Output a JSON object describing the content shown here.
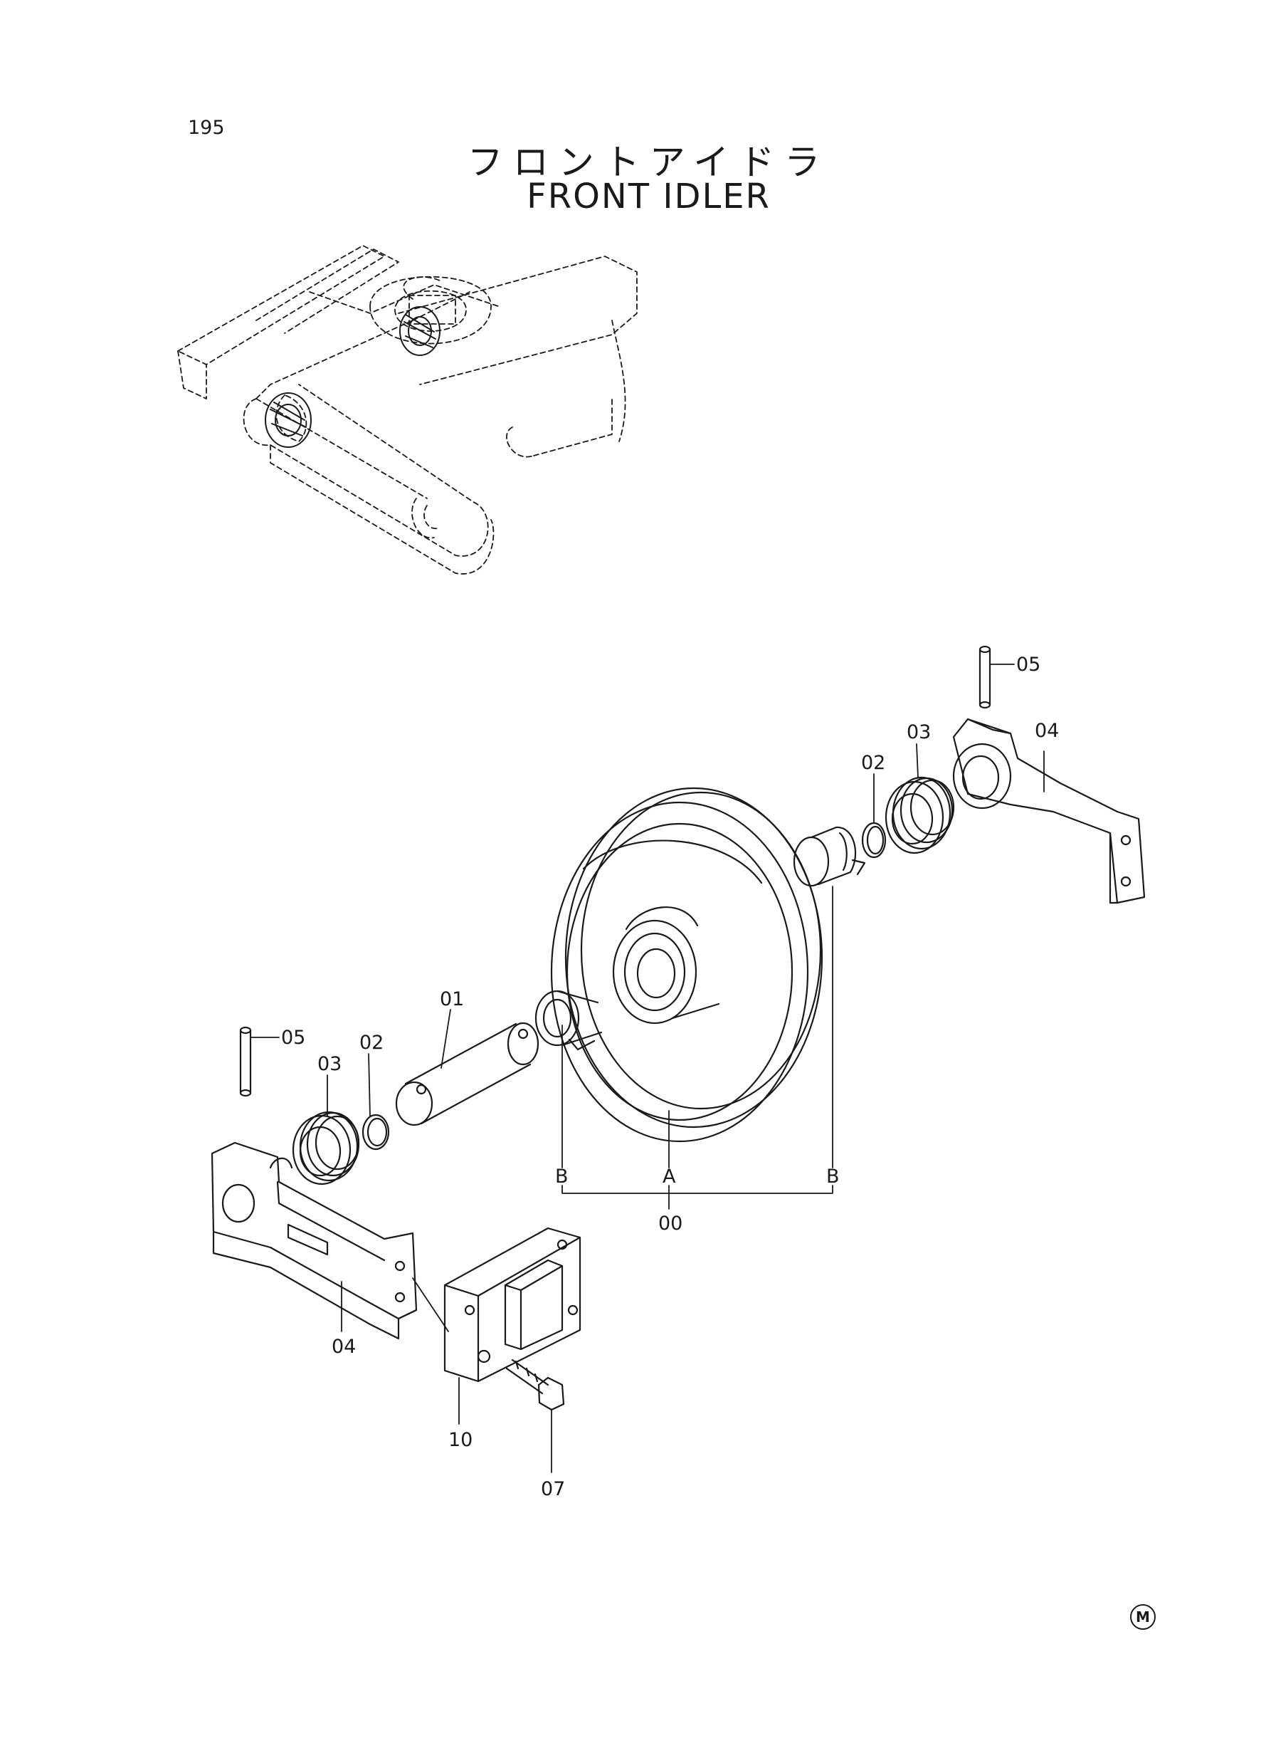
{
  "page": {
    "number": "195",
    "title_ja": "フロントアイドラ",
    "title_en": "FRONT  IDLER",
    "mark": "M"
  },
  "callouts": {
    "c05_left": "05",
    "c03_left": "03",
    "c02_left": "02",
    "c01": "01",
    "c04_left": "04",
    "c10": "10",
    "c07": "07",
    "cB_left": "B",
    "cA": "A",
    "cB_right": "B",
    "c00": "00",
    "c05_right": "05",
    "c04_right": "04",
    "c03_right": "03",
    "c02_right": "02"
  }
}
